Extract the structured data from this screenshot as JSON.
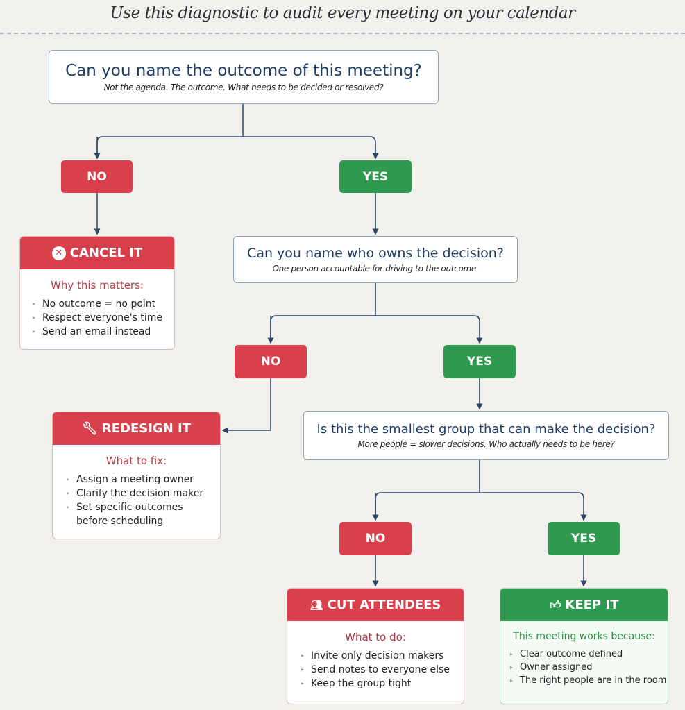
{
  "title": "Use this diagnostic to audit every meeting on your calendar",
  "q1": {
    "title": "Can you name the outcome of this meeting?",
    "subtitle": "Not the agenda. The outcome. What needs to be decided or resolved?"
  },
  "q2": {
    "title": "Can you name who owns the decision?",
    "subtitle": "One person accountable for driving to the outcome."
  },
  "q3": {
    "title": "Is this the smallest group that can make the decision?",
    "subtitle": "More people = slower decisions. Who actually needs to be here?"
  },
  "labels": {
    "no": "NO",
    "yes": "YES"
  },
  "cancel": {
    "title": "CANCEL IT",
    "subtitle": "Why this matters:",
    "items": [
      "No outcome = no point",
      "Respect everyone's time",
      "Send an email instead"
    ]
  },
  "redesign": {
    "title": "REDESIGN IT",
    "subtitle": "What to fix:",
    "items": [
      "Assign a meeting owner",
      "Clarify the decision maker",
      "Set specific outcomes before scheduling"
    ]
  },
  "cut": {
    "title": "CUT ATTENDEES",
    "subtitle": "What to do:",
    "items": [
      "Invite only decision makers",
      "Send notes to everyone else",
      "Keep the group tight"
    ]
  },
  "keep": {
    "title": "KEEP IT",
    "subtitle": "This meeting works because:",
    "items": [
      "Clear outcome defined",
      "Owner assigned",
      "The right people are in the room"
    ]
  },
  "colors": {
    "red": "#d8414b",
    "green": "#2f9a4f",
    "navy": "#1d3b63"
  }
}
